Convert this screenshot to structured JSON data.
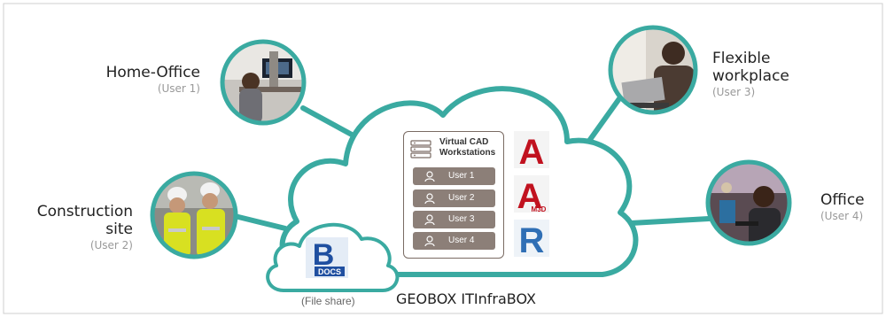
{
  "locations": {
    "home_office": {
      "title": "Home-Office",
      "user": "(User 1)"
    },
    "construction": {
      "title_line1": "Construction",
      "title_line2": "site",
      "user": "(User 2)"
    },
    "flexible": {
      "title_line1": "Flexible",
      "title_line2": "workplace",
      "user": "(User 3)"
    },
    "office": {
      "title": "Office",
      "user": "(User 4)"
    }
  },
  "panel": {
    "title_line1": "Virtual CAD",
    "title_line2": "Workstations",
    "users": [
      "User 1",
      "User 2",
      "User 3",
      "User 4"
    ]
  },
  "apps": [
    {
      "icon": "autocad-icon",
      "letter": "A",
      "sub": "",
      "color": "#c1121f"
    },
    {
      "icon": "autocad-map3d-icon",
      "letter": "A",
      "sub": "M3D",
      "color": "#c1121f"
    },
    {
      "icon": "revit-icon",
      "letter": "R",
      "sub": "",
      "color": "#2f6fb5"
    }
  ],
  "docs": {
    "letter": "B",
    "label": "DOCS",
    "caption": "(File share)",
    "color": "#1f4fa0"
  },
  "cloud_label": "GEOBOX ITInfraBOX",
  "colors": {
    "teal": "#3aaaa1",
    "teal_dark": "#2f9c93",
    "panel_brown": "#8c7f78"
  }
}
